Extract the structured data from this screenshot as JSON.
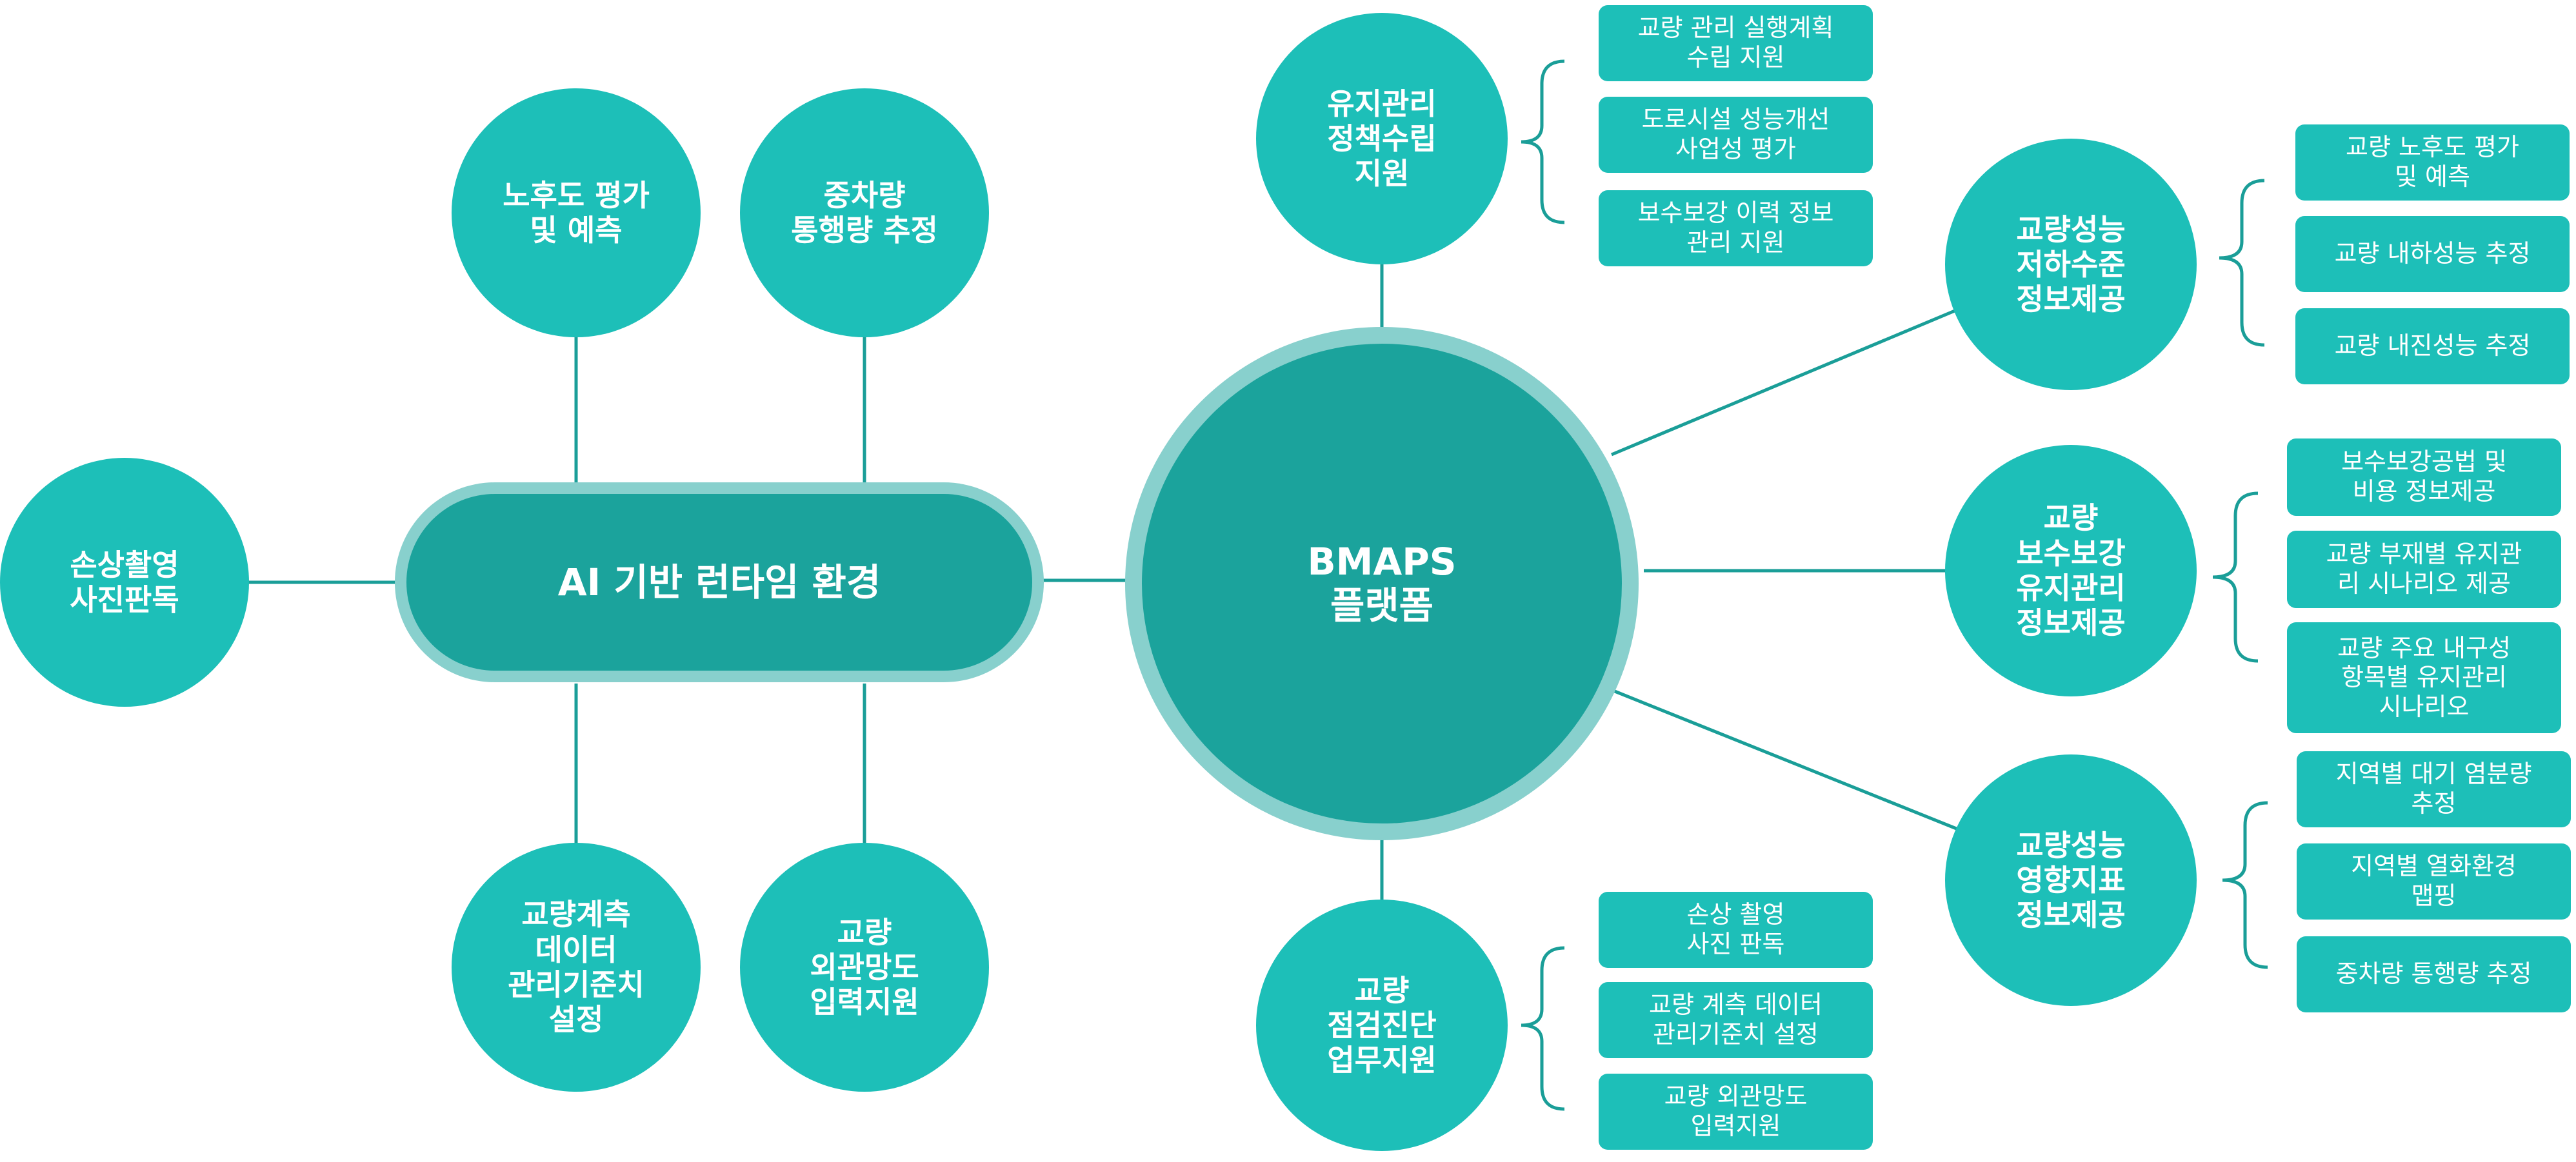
{
  "colors": {
    "node": "#1dbfb8",
    "hub": "#1ba39c",
    "ring": "#88d0cd",
    "line": "#1a9e98"
  },
  "left": {
    "center": "AI 기반 런타임 환경",
    "nodes": {
      "aging": [
        "노후도 평가",
        "및 예측"
      ],
      "heavy": [
        "중차량",
        "통행량 추정"
      ],
      "photo": [
        "손상촬영",
        "사진판독"
      ],
      "measure": [
        "교량계측",
        "데이터",
        "관리기준치",
        "설정"
      ],
      "exterior": [
        "교량",
        "외관망도",
        "입력지원"
      ]
    }
  },
  "right": {
    "center": [
      "BMAPS",
      "플랫폼"
    ],
    "nodes": {
      "policy": {
        "title": [
          "유지관리",
          "정책수립",
          "지원"
        ],
        "items": [
          [
            "교량 관리 실행계획",
            "수립 지원"
          ],
          [
            "도로시설 성능개선",
            "사업성 평가"
          ],
          [
            "보수보강 이력 정보",
            "관리 지원"
          ]
        ]
      },
      "perf": {
        "title": [
          "교량성능",
          "저하수준",
          "정보제공"
        ],
        "items": [
          [
            "교량 노후도 평가",
            "및 예측"
          ],
          [
            "교량 내하성능 추정"
          ],
          [
            "교량 내진성능 추정"
          ]
        ]
      },
      "repair": {
        "title": [
          "교량",
          "보수보강",
          "유지관리",
          "정보제공"
        ],
        "items": [
          [
            "보수보강공법 및",
            "비용 정보제공"
          ],
          [
            "교량 부재별 유지관",
            "리 시나리오 제공"
          ],
          [
            "교량 주요 내구성",
            "항목별 유지관리",
            "시나리오"
          ]
        ]
      },
      "env": {
        "title": [
          "교량성능",
          "영향지표",
          "정보제공"
        ],
        "items": [
          [
            "지역별 대기 염분량",
            "추정"
          ],
          [
            "지역별 열화환경",
            "맵핑"
          ],
          [
            "중차량 통행량 추정"
          ]
        ]
      },
      "inspect": {
        "title": [
          "교량",
          "점검진단",
          "업무지원"
        ],
        "items": [
          [
            "손상 촬영",
            "사진 판독"
          ],
          [
            "교량 계측 데이터",
            "관리기준치 설정"
          ],
          [
            "교량 외관망도",
            "입력지원"
          ]
        ]
      }
    }
  }
}
